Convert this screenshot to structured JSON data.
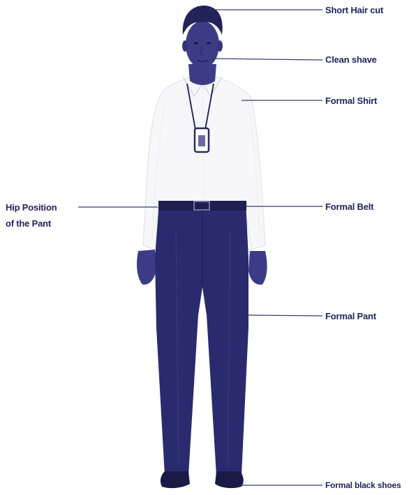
{
  "colors": {
    "label": "#23235e",
    "leader_line": "#3a3a70",
    "trousers": "#2a2a6e",
    "skin": "#3c3c86",
    "hair": "#23235a",
    "shirt": "#f7f7fa",
    "shoes": "#1a1a44"
  },
  "callouts": {
    "hair": "Short Hair cut",
    "shave": "Clean shave",
    "shirt": "Formal Shirt",
    "hip_line1": "Hip Position",
    "hip_line2": "of the Pant",
    "belt": "Formal Belt",
    "pant": "Formal Pant",
    "shoes": "Formal black shoes"
  }
}
